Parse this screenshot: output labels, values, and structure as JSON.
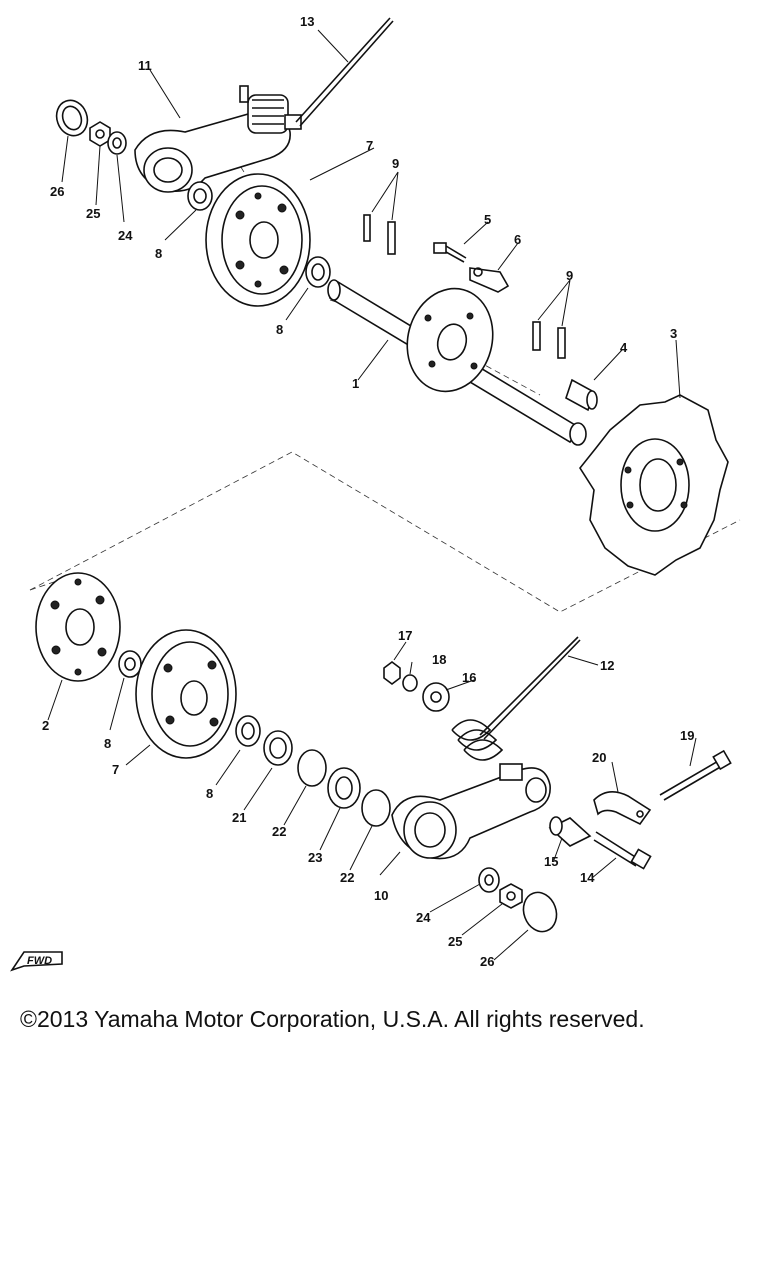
{
  "diagram": {
    "labels": {
      "p1": "1",
      "p2": "2",
      "p3": "3",
      "p4": "4",
      "p5": "5",
      "p6": "6",
      "p7a": "7",
      "p7b": "7",
      "p8a": "8",
      "p8b": "8",
      "p8c": "8",
      "p8d": "8",
      "p9a": "9",
      "p9b": "9",
      "p10": "10",
      "p11": "11",
      "p12": "12",
      "p13": "13",
      "p14": "14",
      "p15": "15",
      "p16": "16",
      "p17": "17",
      "p18": "18",
      "p19": "19",
      "p20": "20",
      "p21": "21",
      "p22a": "22",
      "p22b": "22",
      "p23": "23",
      "p24a": "24",
      "p24b": "24",
      "p25a": "25",
      "p25b": "25",
      "p26a": "26",
      "p26b": "26"
    },
    "fwd_label": "FWD"
  },
  "footer": {
    "copyright": "©2013 Yamaha Motor Corporation, U.S.A. All rights reserved."
  }
}
